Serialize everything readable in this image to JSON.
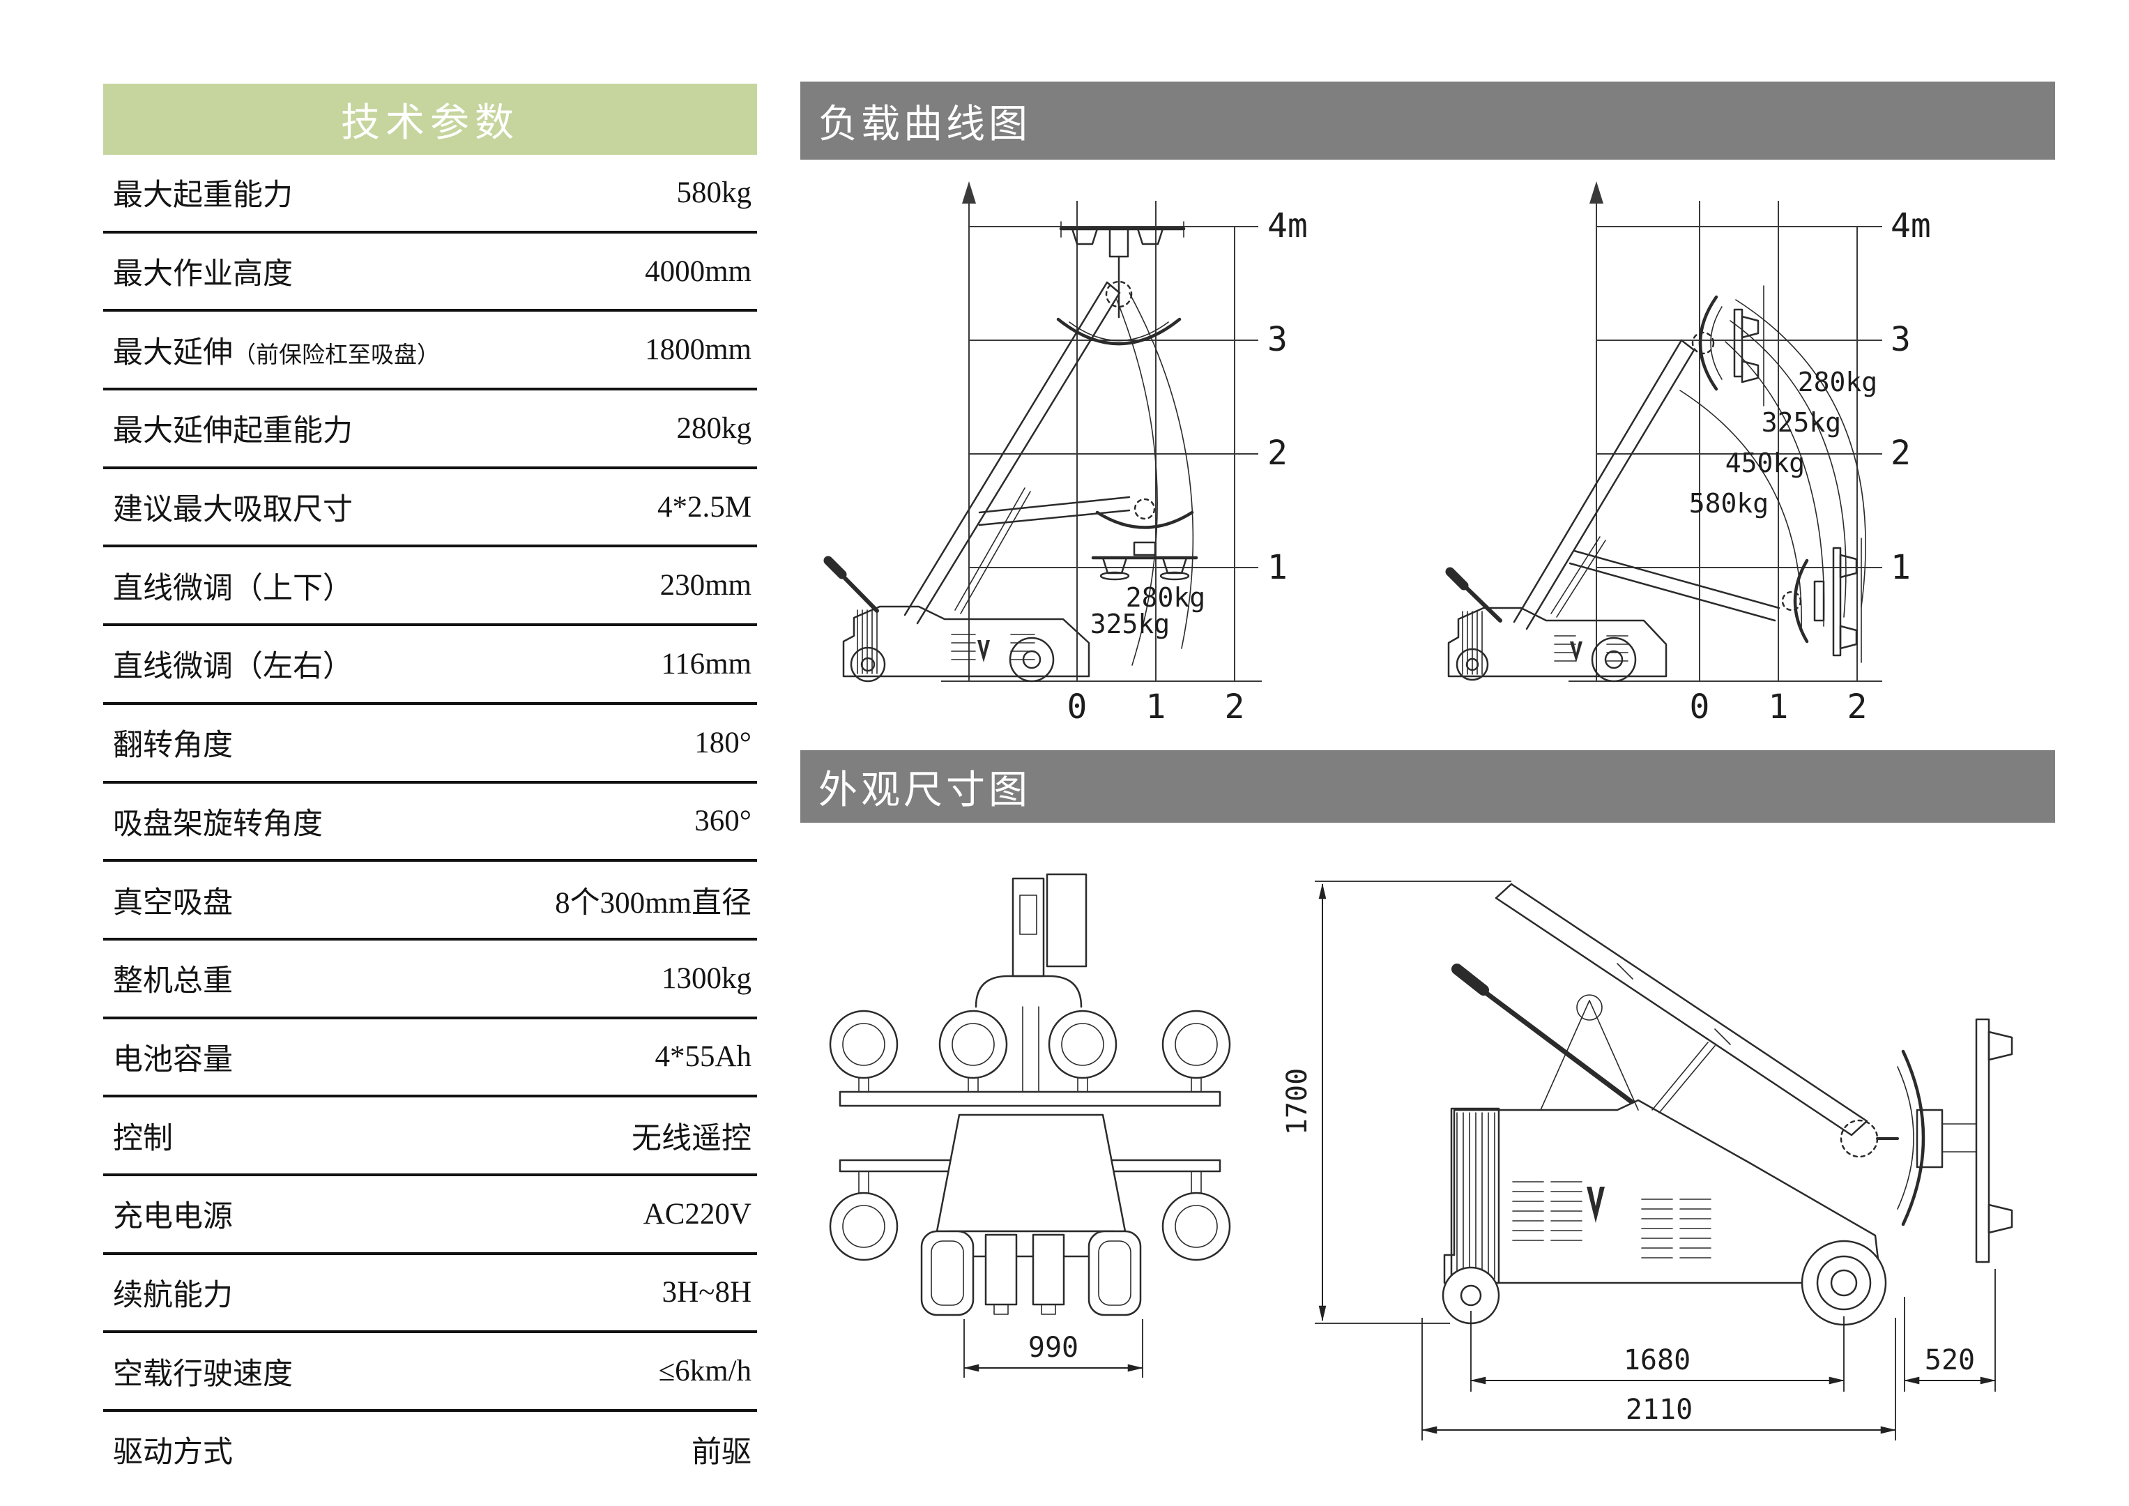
{
  "table": {
    "title": "技术参数",
    "rows": [
      {
        "label": "最大起重能力",
        "note": "",
        "value": "580kg"
      },
      {
        "label": "最大作业高度",
        "note": "",
        "value": "4000mm"
      },
      {
        "label": "最大延伸",
        "note": "（前保险杠至吸盘）",
        "value": "1800mm"
      },
      {
        "label": "最大延伸起重能力",
        "note": "",
        "value": "280kg"
      },
      {
        "label": "建议最大吸取尺寸",
        "note": "",
        "value": "4*2.5M"
      },
      {
        "label": "直线微调（上下）",
        "note": "",
        "value": "230mm"
      },
      {
        "label": "直线微调（左右）",
        "note": "",
        "value": "116mm"
      },
      {
        "label": "翻转角度",
        "note": "",
        "value": "180°"
      },
      {
        "label": "吸盘架旋转角度",
        "note": "",
        "value": "360°"
      },
      {
        "label": "真空吸盘",
        "note": "",
        "value": "8个300mm直径"
      },
      {
        "label": "整机总重",
        "note": "",
        "value": "1300kg"
      },
      {
        "label": "电池容量",
        "note": "",
        "value": "4*55Ah"
      },
      {
        "label": "控制",
        "note": "",
        "value": "无线遥控"
      },
      {
        "label": "充电电源",
        "note": "",
        "value": "AC220V"
      },
      {
        "label": "续航能力",
        "note": "",
        "value": "3H~8H"
      },
      {
        "label": "空载行驶速度",
        "note": "",
        "value": "≤6km/h"
      },
      {
        "label": "驱动方式",
        "note": "",
        "value": "前驱"
      }
    ]
  },
  "sections": {
    "load_curve_title": "负载曲线图",
    "dimensions_title": "外观尺寸图"
  },
  "load_left": {
    "y_ticks": [
      "4m",
      "3",
      "2",
      "1"
    ],
    "x_ticks": [
      "0",
      "1",
      "2"
    ],
    "labels": {
      "l280": "280kg",
      "l325": "325kg"
    }
  },
  "load_right": {
    "y_ticks": [
      "4m",
      "3",
      "2",
      "1"
    ],
    "x_ticks": [
      "0",
      "1",
      "2"
    ],
    "labels": {
      "l280": "280kg",
      "l325": "325kg",
      "l450": "450kg",
      "l580": "580kg"
    }
  },
  "dimensions": {
    "front_width": "990",
    "overall_height": "1700",
    "wheelbase": "1680",
    "pad_offset": "520",
    "overall_length": "2110"
  },
  "colors": {
    "table_header_bg": "#c6d59d",
    "section_header_bg": "#7f7f7f",
    "header_text": "#ffffff"
  }
}
